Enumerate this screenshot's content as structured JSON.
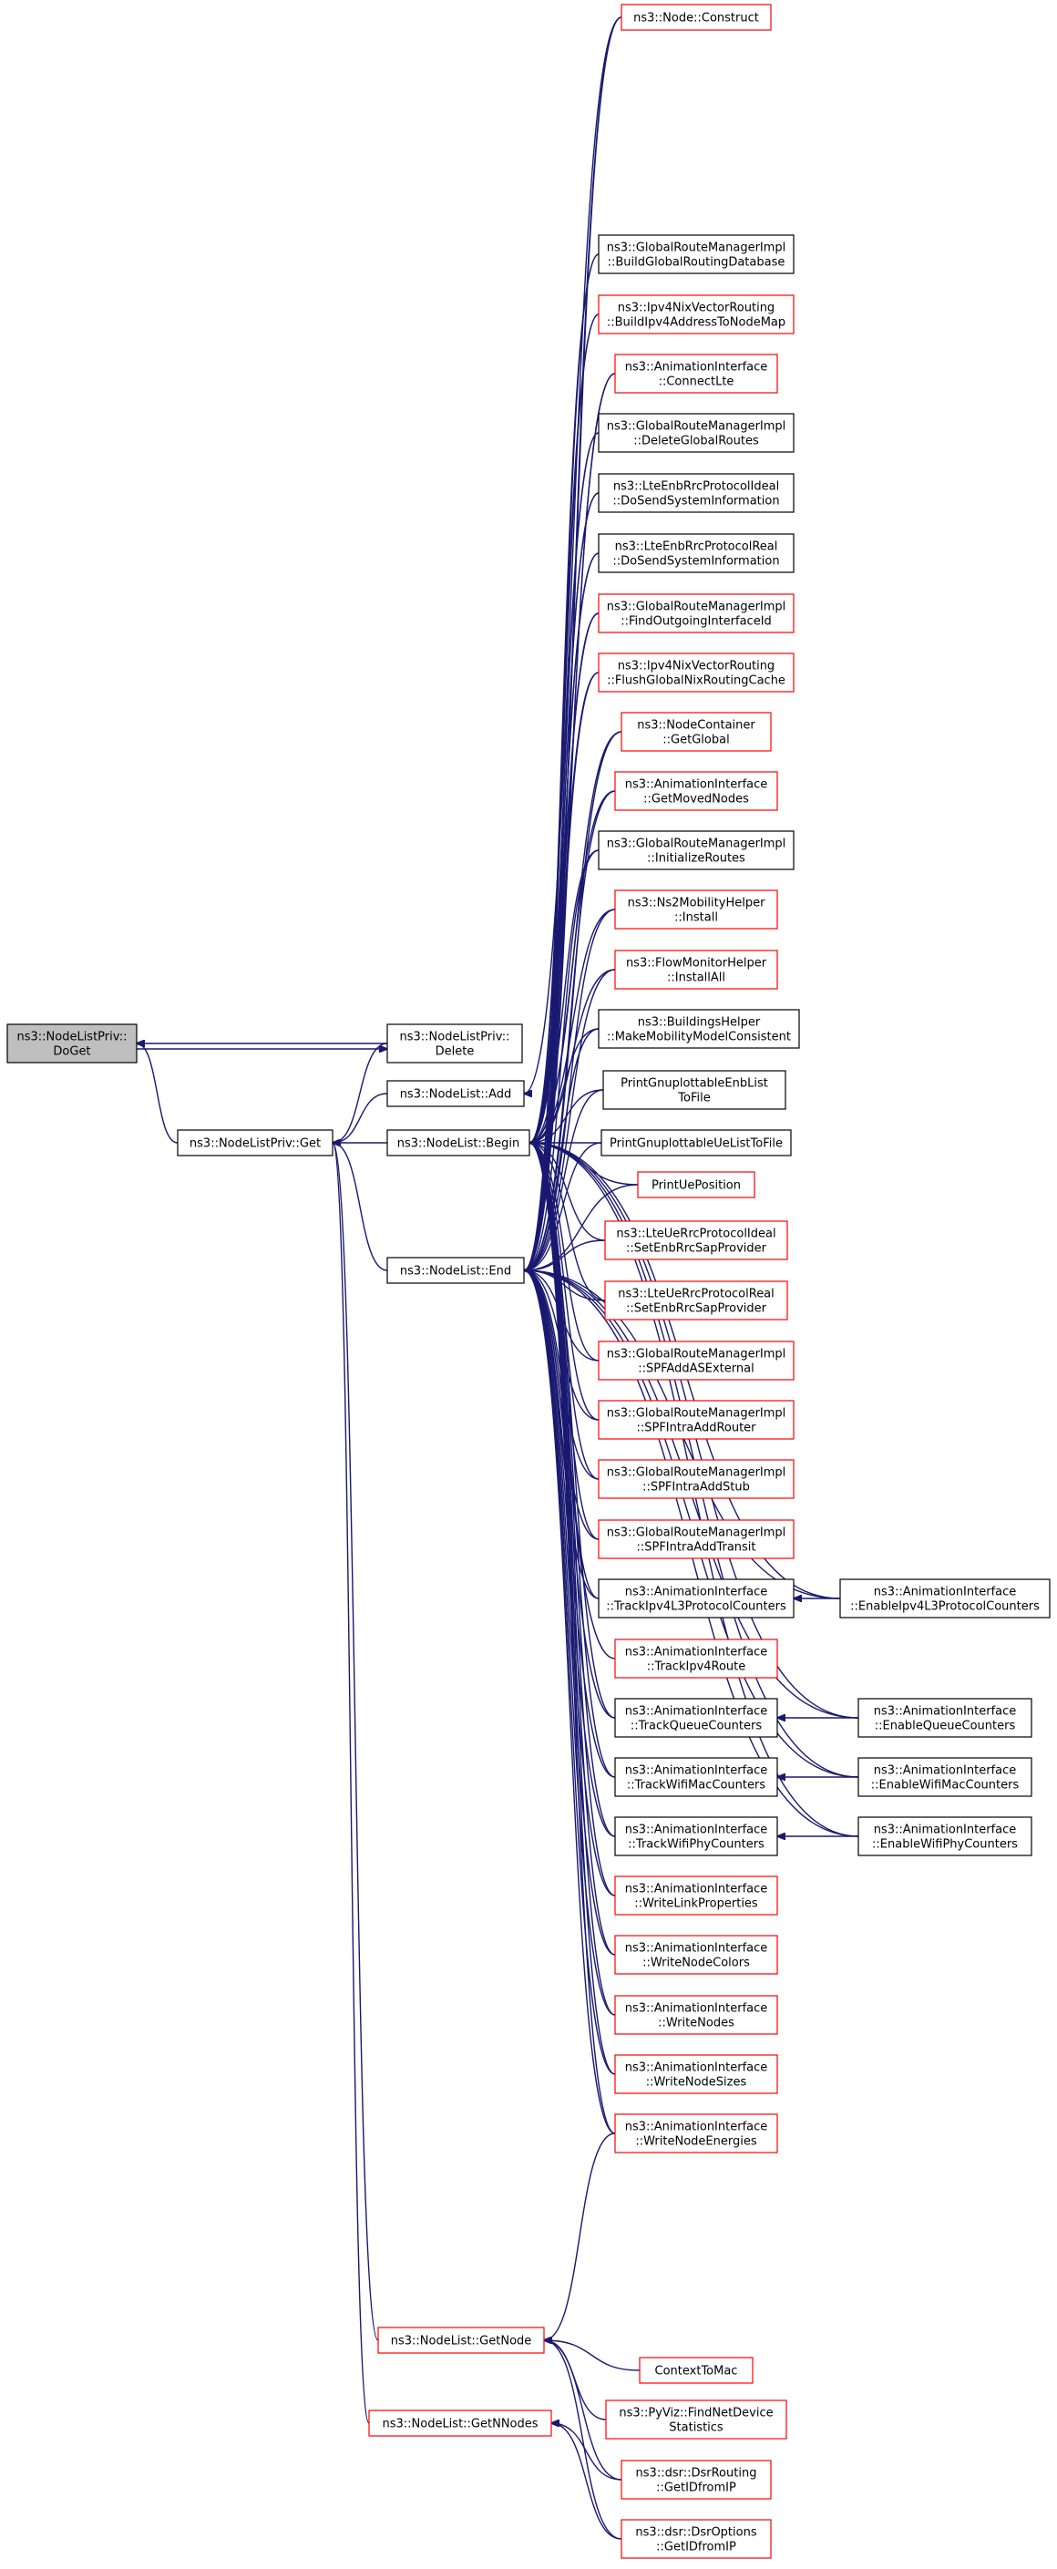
{
  "nodes": [
    {
      "id": "root",
      "lines": [
        "ns3::NodeListPriv::",
        "DoGet"
      ],
      "style": "root"
    },
    {
      "id": "priv_get",
      "lines": [
        "ns3::NodeListPriv::Get"
      ],
      "style": "black"
    },
    {
      "id": "priv_delete",
      "lines": [
        "ns3::NodeListPriv::",
        "Delete"
      ],
      "style": "black"
    },
    {
      "id": "nl_add",
      "lines": [
        "ns3::NodeList::Add"
      ],
      "style": "black"
    },
    {
      "id": "nl_begin",
      "lines": [
        "ns3::NodeList::Begin"
      ],
      "style": "black"
    },
    {
      "id": "nl_end",
      "lines": [
        "ns3::NodeList::End"
      ],
      "style": "black"
    },
    {
      "id": "nl_getnode",
      "lines": [
        "ns3::NodeList::GetNode"
      ],
      "style": "red"
    },
    {
      "id": "nl_getnnodes",
      "lines": [
        "ns3::NodeList::GetNNodes"
      ],
      "style": "red"
    },
    {
      "id": "node_construct",
      "lines": [
        "ns3::Node::Construct"
      ],
      "style": "red"
    },
    {
      "id": "grm_build",
      "lines": [
        "ns3::GlobalRouteManagerImpl",
        "::BuildGlobalRoutingDatabase"
      ],
      "style": "black"
    },
    {
      "id": "nix_build",
      "lines": [
        "ns3::Ipv4NixVectorRouting",
        "::BuildIpv4AddressToNodeMap"
      ],
      "style": "red"
    },
    {
      "id": "ai_connectlte",
      "lines": [
        "ns3::AnimationInterface",
        "::ConnectLte"
      ],
      "style": "red"
    },
    {
      "id": "grm_delete",
      "lines": [
        "ns3::GlobalRouteManagerImpl",
        "::DeleteGlobalRoutes"
      ],
      "style": "black"
    },
    {
      "id": "enb_ideal",
      "lines": [
        "ns3::LteEnbRrcProtocolIdeal",
        "::DoSendSystemInformation"
      ],
      "style": "black"
    },
    {
      "id": "enb_real",
      "lines": [
        "ns3::LteEnbRrcProtocolReal",
        "::DoSendSystemInformation"
      ],
      "style": "black"
    },
    {
      "id": "grm_findout",
      "lines": [
        "ns3::GlobalRouteManagerImpl",
        "::FindOutgoingInterfaceId"
      ],
      "style": "red"
    },
    {
      "id": "nix_flush",
      "lines": [
        "ns3::Ipv4NixVectorRouting",
        "::FlushGlobalNixRoutingCache"
      ],
      "style": "red"
    },
    {
      "id": "nc_getglobal",
      "lines": [
        "ns3::NodeContainer",
        "::GetGlobal"
      ],
      "style": "red"
    },
    {
      "id": "ai_getmoved",
      "lines": [
        "ns3::AnimationInterface",
        "::GetMovedNodes"
      ],
      "style": "red"
    },
    {
      "id": "grm_init",
      "lines": [
        "ns3::GlobalRouteManagerImpl",
        "::InitializeRoutes"
      ],
      "style": "black"
    },
    {
      "id": "ns2_install",
      "lines": [
        "ns3::Ns2MobilityHelper",
        "::Install"
      ],
      "style": "red"
    },
    {
      "id": "fm_installall",
      "lines": [
        "ns3::FlowMonitorHelper",
        "::InstallAll"
      ],
      "style": "red"
    },
    {
      "id": "bh_make",
      "lines": [
        "ns3::BuildingsHelper",
        "::MakeMobilityModelConsistent"
      ],
      "style": "black"
    },
    {
      "id": "pg_enblist",
      "lines": [
        "PrintGnuplottableEnbList",
        "ToFile"
      ],
      "style": "black"
    },
    {
      "id": "pg_uelist",
      "lines": [
        "PrintGnuplottableUeListToFile"
      ],
      "style": "black"
    },
    {
      "id": "print_uepos",
      "lines": [
        "PrintUePosition"
      ],
      "style": "red"
    },
    {
      "id": "ue_ideal",
      "lines": [
        "ns3::LteUeRrcProtocolIdeal",
        "::SetEnbRrcSapProvider"
      ],
      "style": "red"
    },
    {
      "id": "ue_real",
      "lines": [
        "ns3::LteUeRrcProtocolReal",
        "::SetEnbRrcSapProvider"
      ],
      "style": "red"
    },
    {
      "id": "grm_spfase",
      "lines": [
        "ns3::GlobalRouteManagerImpl",
        "::SPFAddASExternal"
      ],
      "style": "red"
    },
    {
      "id": "grm_router",
      "lines": [
        "ns3::GlobalRouteManagerImpl",
        "::SPFIntraAddRouter"
      ],
      "style": "red"
    },
    {
      "id": "grm_stub",
      "lines": [
        "ns3::GlobalRouteManagerImpl",
        "::SPFIntraAddStub"
      ],
      "style": "red"
    },
    {
      "id": "grm_transit",
      "lines": [
        "ns3::GlobalRouteManagerImpl",
        "::SPFIntraAddTransit"
      ],
      "style": "red"
    },
    {
      "id": "ai_trackipv4l3",
      "lines": [
        "ns3::AnimationInterface",
        "::TrackIpv4L3ProtocolCounters"
      ],
      "style": "black"
    },
    {
      "id": "ai_trackroute",
      "lines": [
        "ns3::AnimationInterface",
        "::TrackIpv4Route"
      ],
      "style": "red"
    },
    {
      "id": "ai_trackqueue",
      "lines": [
        "ns3::AnimationInterface",
        "::TrackQueueCounters"
      ],
      "style": "black"
    },
    {
      "id": "ai_trackwifimac",
      "lines": [
        "ns3::AnimationInterface",
        "::TrackWifiMacCounters"
      ],
      "style": "black"
    },
    {
      "id": "ai_trackwifiphy",
      "lines": [
        "ns3::AnimationInterface",
        "::TrackWifiPhyCounters"
      ],
      "style": "black"
    },
    {
      "id": "ai_writelink",
      "lines": [
        "ns3::AnimationInterface",
        "::WriteLinkProperties"
      ],
      "style": "red"
    },
    {
      "id": "ai_writecolors",
      "lines": [
        "ns3::AnimationInterface",
        "::WriteNodeColors"
      ],
      "style": "red"
    },
    {
      "id": "ai_writenodes",
      "lines": [
        "ns3::AnimationInterface",
        "::WriteNodes"
      ],
      "style": "red"
    },
    {
      "id": "ai_writesizes",
      "lines": [
        "ns3::AnimationInterface",
        "::WriteNodeSizes"
      ],
      "style": "red"
    },
    {
      "id": "ai_writeenergies",
      "lines": [
        "ns3::AnimationInterface",
        "::WriteNodeEnergies"
      ],
      "style": "red"
    },
    {
      "id": "ai_enableipv4l3",
      "lines": [
        "ns3::AnimationInterface",
        "::EnableIpv4L3ProtocolCounters"
      ],
      "style": "black"
    },
    {
      "id": "ai_enablequeue",
      "lines": [
        "ns3::AnimationInterface",
        "::EnableQueueCounters"
      ],
      "style": "black"
    },
    {
      "id": "ai_enablewifimac",
      "lines": [
        "ns3::AnimationInterface",
        "::EnableWifiMacCounters"
      ],
      "style": "black"
    },
    {
      "id": "ai_enablewifiphy",
      "lines": [
        "ns3::AnimationInterface",
        "::EnableWifiPhyCounters"
      ],
      "style": "black"
    },
    {
      "id": "context_tomac",
      "lines": [
        "ContextToMac"
      ],
      "style": "red"
    },
    {
      "id": "pyviz_find",
      "lines": [
        "ns3::PyViz::FindNetDevice",
        "Statistics"
      ],
      "style": "red"
    },
    {
      "id": "dsr_routing",
      "lines": [
        "ns3::dsr::DsrRouting",
        "::GetIDfromIP"
      ],
      "style": "red"
    },
    {
      "id": "dsr_options",
      "lines": [
        "ns3::dsr::DsrOptions",
        "::GetIDfromIP"
      ],
      "style": "red"
    }
  ],
  "edges": [
    [
      "priv_get",
      "root"
    ],
    [
      "priv_delete",
      "root"
    ],
    [
      "root",
      "priv_delete"
    ],
    [
      "priv_delete",
      "priv_get"
    ],
    [
      "nl_add",
      "priv_get"
    ],
    [
      "nl_begin",
      "priv_get"
    ],
    [
      "nl_end",
      "priv_get"
    ],
    [
      "nl_getnode",
      "priv_get"
    ],
    [
      "nl_getnnodes",
      "priv_get"
    ],
    [
      "node_construct",
      "nl_add"
    ],
    [
      "node_construct",
      "nl_begin"
    ],
    [
      "grm_build",
      "nl_begin"
    ],
    [
      "nix_build",
      "nl_begin"
    ],
    [
      "ai_connectlte",
      "nl_begin"
    ],
    [
      "grm_delete",
      "nl_begin"
    ],
    [
      "enb_ideal",
      "nl_begin"
    ],
    [
      "enb_real",
      "nl_begin"
    ],
    [
      "grm_findout",
      "nl_begin"
    ],
    [
      "nix_flush",
      "nl_begin"
    ],
    [
      "nc_getglobal",
      "nl_begin"
    ],
    [
      "ai_getmoved",
      "nl_begin"
    ],
    [
      "grm_init",
      "nl_begin"
    ],
    [
      "ns2_install",
      "nl_begin"
    ],
    [
      "fm_installall",
      "nl_begin"
    ],
    [
      "bh_make",
      "nl_begin"
    ],
    [
      "pg_enblist",
      "nl_begin"
    ],
    [
      "pg_uelist",
      "nl_begin"
    ],
    [
      "print_uepos",
      "nl_begin"
    ],
    [
      "ue_ideal",
      "nl_begin"
    ],
    [
      "ue_real",
      "nl_begin"
    ],
    [
      "grm_spfase",
      "nl_begin"
    ],
    [
      "grm_router",
      "nl_begin"
    ],
    [
      "grm_stub",
      "nl_begin"
    ],
    [
      "grm_transit",
      "nl_begin"
    ],
    [
      "ai_trackipv4l3",
      "nl_begin"
    ],
    [
      "ai_trackqueue",
      "nl_begin"
    ],
    [
      "ai_trackwifimac",
      "nl_begin"
    ],
    [
      "ai_trackwifiphy",
      "nl_begin"
    ],
    [
      "ai_writelink",
      "nl_begin"
    ],
    [
      "ai_writecolors",
      "nl_begin"
    ],
    [
      "ai_writenodes",
      "nl_begin"
    ],
    [
      "ai_writesizes",
      "nl_begin"
    ],
    [
      "ai_writeenergies",
      "nl_begin"
    ],
    [
      "node_construct",
      "nl_end"
    ],
    [
      "grm_build",
      "nl_end"
    ],
    [
      "nix_build",
      "nl_end"
    ],
    [
      "ai_connectlte",
      "nl_end"
    ],
    [
      "grm_delete",
      "nl_end"
    ],
    [
      "enb_ideal",
      "nl_end"
    ],
    [
      "enb_real",
      "nl_end"
    ],
    [
      "grm_findout",
      "nl_end"
    ],
    [
      "nix_flush",
      "nl_end"
    ],
    [
      "nc_getglobal",
      "nl_end"
    ],
    [
      "ai_getmoved",
      "nl_end"
    ],
    [
      "grm_init",
      "nl_end"
    ],
    [
      "ns2_install",
      "nl_end"
    ],
    [
      "fm_installall",
      "nl_end"
    ],
    [
      "bh_make",
      "nl_end"
    ],
    [
      "pg_enblist",
      "nl_end"
    ],
    [
      "pg_uelist",
      "nl_end"
    ],
    [
      "print_uepos",
      "nl_end"
    ],
    [
      "ue_ideal",
      "nl_end"
    ],
    [
      "ue_real",
      "nl_end"
    ],
    [
      "grm_spfase",
      "nl_end"
    ],
    [
      "grm_router",
      "nl_end"
    ],
    [
      "grm_stub",
      "nl_end"
    ],
    [
      "grm_transit",
      "nl_end"
    ],
    [
      "ai_trackipv4l3",
      "nl_end"
    ],
    [
      "ai_trackroute",
      "nl_end"
    ],
    [
      "ai_trackqueue",
      "nl_end"
    ],
    [
      "ai_trackwifimac",
      "nl_end"
    ],
    [
      "ai_trackwifiphy",
      "nl_end"
    ],
    [
      "ai_writelink",
      "nl_end"
    ],
    [
      "ai_writecolors",
      "nl_end"
    ],
    [
      "ai_writenodes",
      "nl_end"
    ],
    [
      "ai_writesizes",
      "nl_end"
    ],
    [
      "ai_writeenergies",
      "nl_end"
    ],
    [
      "ai_enableipv4l3",
      "nl_begin"
    ],
    [
      "ai_enablequeue",
      "nl_begin"
    ],
    [
      "ai_enablewifimac",
      "nl_begin"
    ],
    [
      "ai_enablewifiphy",
      "nl_begin"
    ],
    [
      "ai_enableipv4l3",
      "nl_end"
    ],
    [
      "ai_enablequeue",
      "nl_end"
    ],
    [
      "ai_enablewifimac",
      "nl_end"
    ],
    [
      "ai_enablewifiphy",
      "nl_end"
    ],
    [
      "ai_enableipv4l3",
      "ai_trackipv4l3"
    ],
    [
      "ai_enablequeue",
      "ai_trackqueue"
    ],
    [
      "ai_enablewifimac",
      "ai_trackwifimac"
    ],
    [
      "ai_enablewifiphy",
      "ai_trackwifiphy"
    ],
    [
      "ai_writeenergies",
      "nl_getnode"
    ],
    [
      "context_tomac",
      "nl_getnode"
    ],
    [
      "pyviz_find",
      "nl_getnode"
    ],
    [
      "dsr_routing",
      "nl_getnode"
    ],
    [
      "dsr_options",
      "nl_getnode"
    ],
    [
      "dsr_routing",
      "nl_getnnodes"
    ],
    [
      "dsr_options",
      "nl_getnnodes"
    ]
  ]
}
